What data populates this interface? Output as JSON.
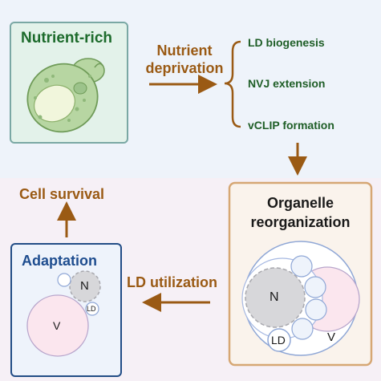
{
  "nutrient_rich_box": {
    "title": "Nutrient-rich"
  },
  "deprivation_arrow": {
    "line1": "Nutrient",
    "line2": "deprivation"
  },
  "responses": {
    "items": [
      {
        "label": "LD biogenesis"
      },
      {
        "label": "NVJ extension"
      },
      {
        "label": "vCLIP formation"
      }
    ]
  },
  "reorganization_box": {
    "title_line1": "Organelle",
    "title_line2": "reorganization",
    "nucleus": "N",
    "lipid_droplet": "LD",
    "vacuole": "V"
  },
  "utilization_arrow": {
    "label": "LD utilization"
  },
  "adaptation_box": {
    "title": "Adaptation",
    "nucleus": "N",
    "lipid_droplet": "LD",
    "vacuole": "V"
  },
  "survival": {
    "label": "Cell survival"
  },
  "colors": {
    "green_box_fill": "#e3f2ea",
    "green_box_border": "#7aa8a4",
    "green_title": "#1d6b2c",
    "arrow_brown": "#9a5a14",
    "response_text": "#1f5e27",
    "orange_box_fill": "#faf3ec",
    "orange_box_border": "#d6a774",
    "blue_box_fill": "#eef3fb",
    "blue_box_border": "#224d86",
    "adaptation_title": "#1e4d8f",
    "vacuole_fill": "#fbe6ee",
    "nucleus_fill": "#d7d7da",
    "membrane": "#8fa7d6"
  }
}
